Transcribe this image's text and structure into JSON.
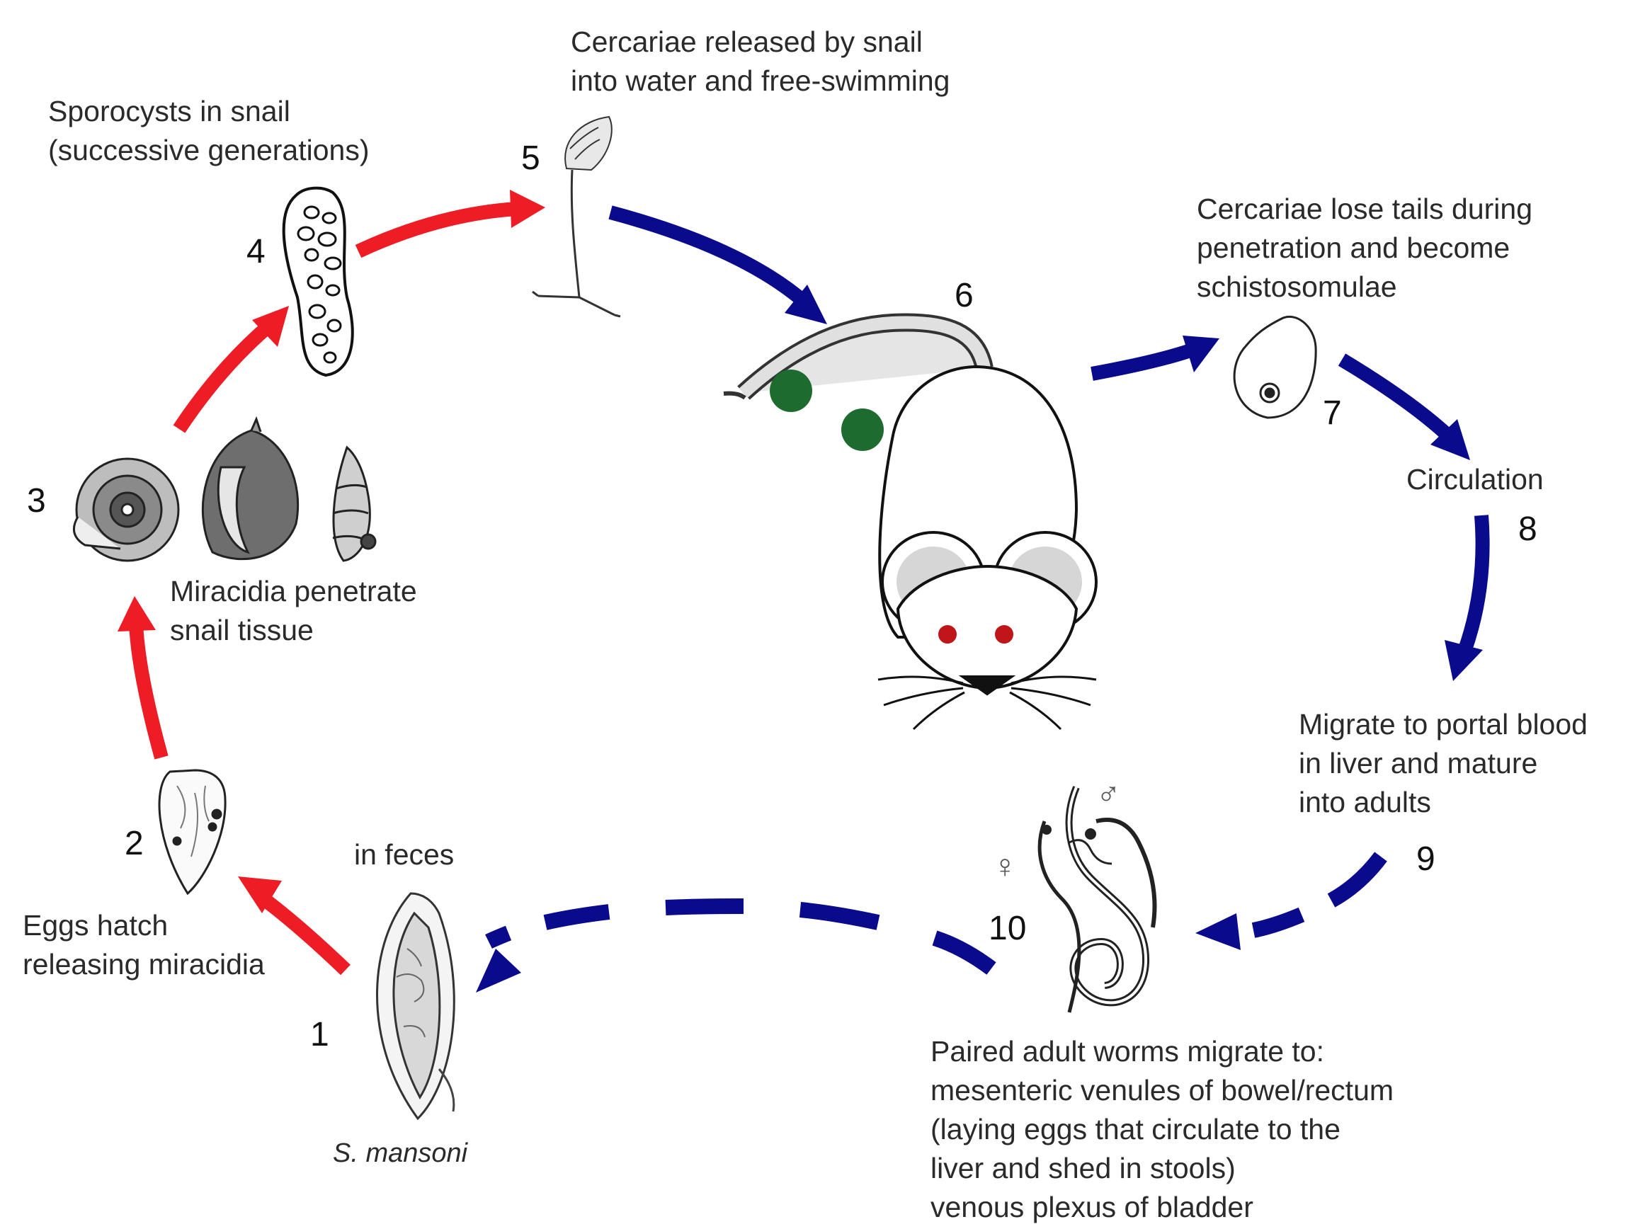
{
  "title": "",
  "stages": [
    {
      "num": "1",
      "label": [
        "in feces"
      ],
      "species": "S. mansoni"
    },
    {
      "num": "2",
      "label": [
        "Eggs hatch",
        "releasing miracidia"
      ]
    },
    {
      "num": "3",
      "label": [
        "Miracidia penetrate",
        "snail tissue"
      ]
    },
    {
      "num": "4",
      "label": [
        "Sporocysts in snail",
        "(successive generations)"
      ]
    },
    {
      "num": "5",
      "label": [
        "Cercariae released by snail",
        "into water and free-swimming"
      ]
    },
    {
      "num": "6",
      "label": []
    },
    {
      "num": "7",
      "label": [
        "Cercariae lose tails during",
        "penetration and become",
        "schistosomulae"
      ]
    },
    {
      "num": "8",
      "label": [
        "Circulation"
      ]
    },
    {
      "num": "9",
      "label": [
        "Migrate to portal blood",
        "in liver and mature",
        "into adults"
      ]
    },
    {
      "num": "10",
      "label": [
        "Paired adult worms migrate to:",
        "mesenteric venules of bowel/rectum",
        "(laying eggs that circulate to the",
        "liver and shed in stools)",
        "venous plexus of bladder"
      ]
    }
  ],
  "symbols": {
    "male": "♂",
    "female": "♀"
  },
  "colors": {
    "snail_stage_arrow": "#ee1c24",
    "host_stage_arrow": "#0a0a8c",
    "mouse_marker": "#1d6b2f",
    "mouse_eye": "#c0151a"
  },
  "icons": [
    "egg-icon",
    "miracidium-icon",
    "snail-shells-icon",
    "sporocyst-icon",
    "cercaria-icon",
    "mouse-icon",
    "schistosomulum-icon",
    "adult-worms-icon"
  ]
}
